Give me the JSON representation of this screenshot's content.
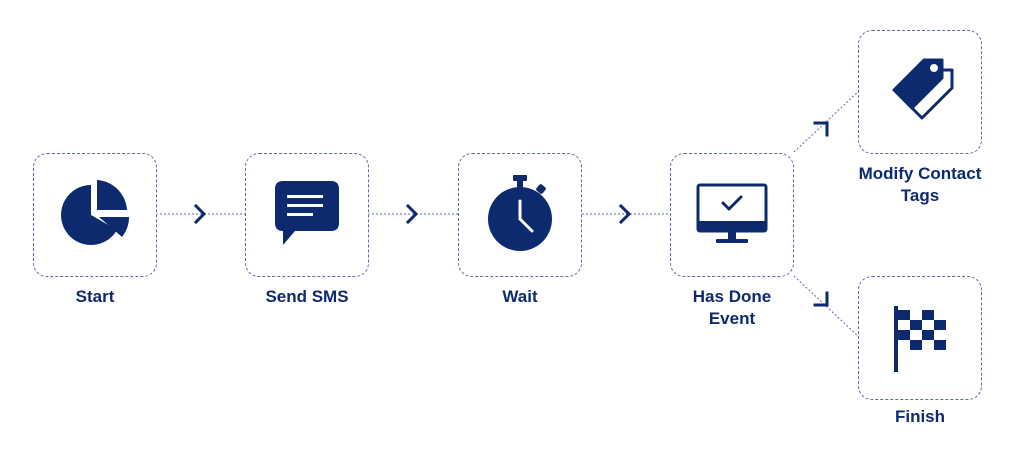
{
  "diagram": {
    "accent_color": "#0e2a6f",
    "nodes": [
      {
        "id": "start",
        "label": "Start",
        "icon": "pie-chart-icon"
      },
      {
        "id": "send_sms",
        "label": "Send SMS",
        "icon": "chat-bubble-icon"
      },
      {
        "id": "wait",
        "label": "Wait",
        "icon": "stopwatch-icon"
      },
      {
        "id": "has_done_event",
        "label": "Has Done Event",
        "icon": "monitor-check-icon"
      },
      {
        "id": "modify_contact_tags",
        "label": "Modify Contact Tags",
        "icon": "tags-icon"
      },
      {
        "id": "finish",
        "label": "Finish",
        "icon": "checkered-flag-icon"
      }
    ],
    "edges": [
      {
        "from": "start",
        "to": "send_sms"
      },
      {
        "from": "send_sms",
        "to": "wait"
      },
      {
        "from": "wait",
        "to": "has_done_event"
      },
      {
        "from": "has_done_event",
        "to": "modify_contact_tags"
      },
      {
        "from": "has_done_event",
        "to": "finish"
      }
    ]
  }
}
